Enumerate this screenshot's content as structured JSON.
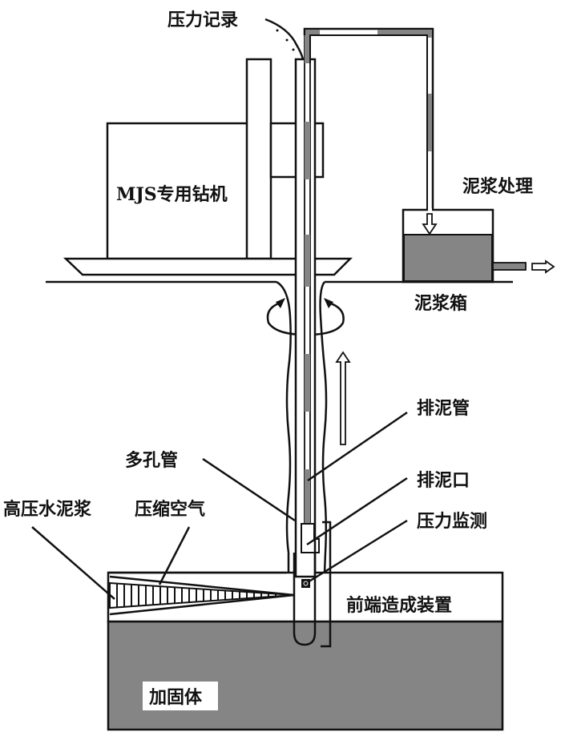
{
  "diagram": {
    "title": "MJS工法施工示意图",
    "colors": {
      "line": "#111111",
      "fill_gray": "#858585",
      "background": "#ffffff"
    },
    "labels": {
      "pressure_record": "压力记录",
      "mjs_rig": "MJS专用钻机",
      "slurry_treatment": "泥浆处理",
      "slurry_tank": "泥浆箱",
      "discharge_pipe": "排泥管",
      "multi_hole_pipe": "多孔管",
      "discharge_port": "排泥口",
      "high_pressure_grout": "高压水泥浆",
      "compressed_air": "压缩空气",
      "pressure_monitor": "压力监测",
      "front_device": "前端造成装置",
      "reinforced_body": "加固体"
    },
    "icons": {
      "flow_up_arrow": "arrow-up",
      "flow_down_arrow": "arrow-down",
      "outflow_arrow": "arrow-right",
      "rotation_arrows": "rotation"
    }
  }
}
